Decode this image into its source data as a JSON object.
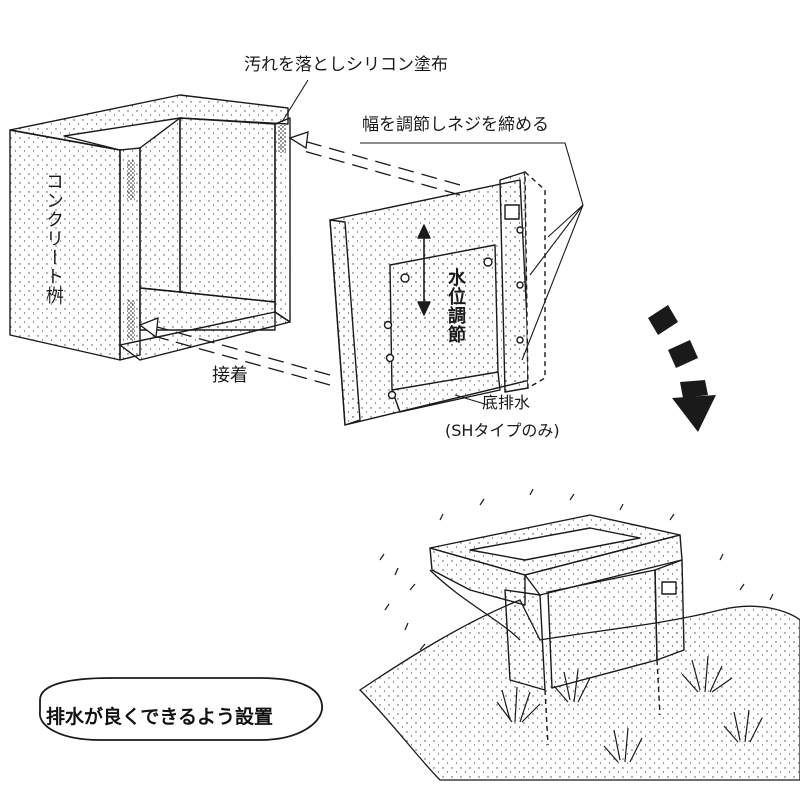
{
  "labels": {
    "dirt_silicone": "汚れを落としシリコン塗布",
    "tighten_screw": "幅を調節しネジを締める",
    "concrete_box": "コンクリート桝",
    "water_level": "水位調節",
    "glue": "接着",
    "bottom_drain": "底排水",
    "sh_type_only": "(SHタイプのみ)",
    "install_note": "排水が良くできるよう設置"
  },
  "colors": {
    "line": "#1a1a1a",
    "background": "#ffffff"
  }
}
